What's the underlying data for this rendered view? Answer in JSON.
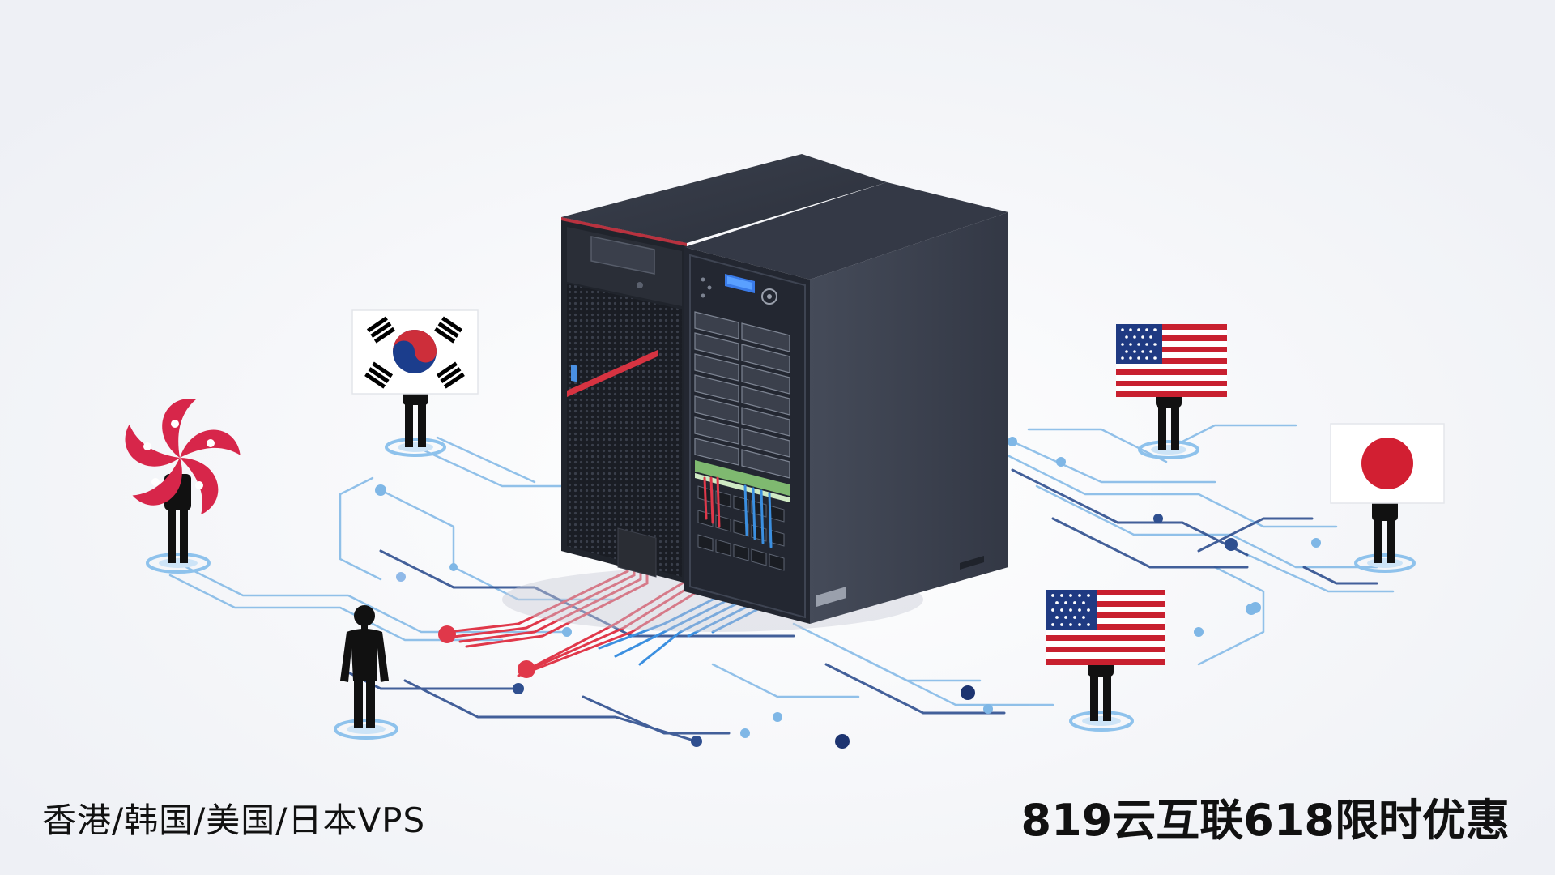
{
  "captions": {
    "left": "香港/韩国/美国/日本VPS",
    "right": "819云互联618限时优惠"
  },
  "figures": [
    {
      "name": "figure-hong-kong",
      "flag": "hong-kong-bauhinia-flag"
    },
    {
      "name": "figure-south-korea",
      "flag": "south-korea-flag"
    },
    {
      "name": "figure-usa-back",
      "flag": "usa-flag"
    },
    {
      "name": "figure-japan",
      "flag": "japan-flag"
    },
    {
      "name": "figure-usa-front",
      "flag": "usa-flag"
    },
    {
      "name": "figure-standing-person",
      "flag": ""
    }
  ],
  "colors": {
    "background": "#f4f5f9",
    "server_body": "#3c4250",
    "server_front": "#20242c",
    "cable_red": "#e0384a",
    "cable_blue": "#3b8fe0",
    "circuit_dark": "#2f4f8f",
    "circuit_light": "#7fb7e6",
    "flag_red": "#cd2e3a",
    "flag_blue": "#1b3d8c",
    "caption_text": "#111111"
  }
}
